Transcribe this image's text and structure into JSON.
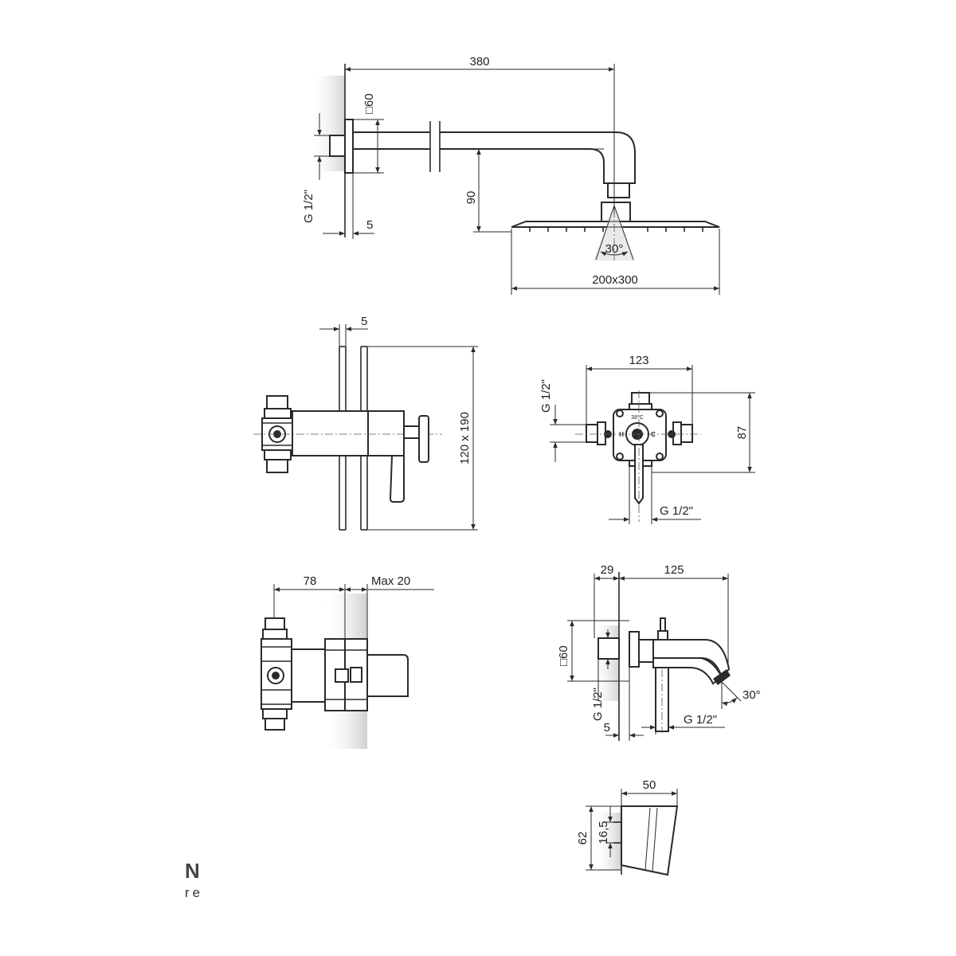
{
  "shower_arm": {
    "length": "380",
    "flange": "□60",
    "drop": "90",
    "thread": "G 1/2\"",
    "wall_gap": "5",
    "spray_angle": "30°",
    "head_size": "200x300"
  },
  "mixer_side": {
    "plate_gap": "5",
    "plate_size": "120 x 190"
  },
  "mixer_body": {
    "width": "123",
    "height": "87",
    "inlet_thread": "G 1/2\"",
    "outlet_thread": "G 1/2\"",
    "markings": {
      "top": "38°C",
      "hot": "H",
      "cold": "C"
    }
  },
  "mixer_depth": {
    "depth": "78",
    "max_projection": "Max 20"
  },
  "spout": {
    "base": "29",
    "length": "125",
    "flange": "□60",
    "thread": "G 1/2\"",
    "wall_gap": "5",
    "outlet_thread": "G 1/2\"",
    "angle": "30°"
  },
  "holder": {
    "width": "50",
    "height": "62",
    "pitch": "16,5"
  },
  "brand": {
    "mark": "N",
    "sub": "re"
  }
}
